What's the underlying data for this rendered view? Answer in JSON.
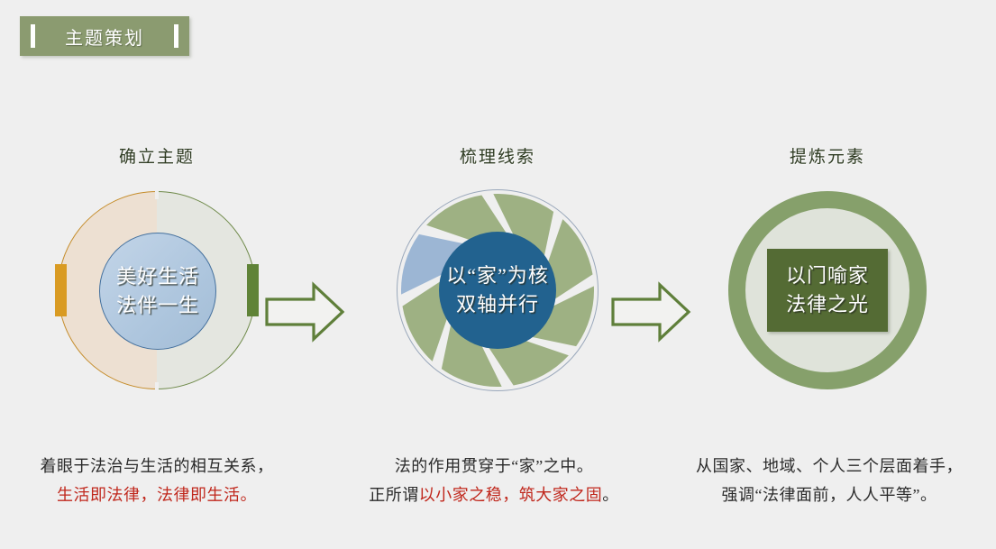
{
  "banner": {
    "text": "主题策划",
    "bg_color": "#8b9b70",
    "text_color": "#ffffff"
  },
  "columns": [
    {
      "header": "确立主题",
      "diagram": {
        "type": "split-ring",
        "inner_lines": [
          "美好生活",
          "法伴一生"
        ],
        "inner_bg": "#aec6de",
        "left_half_fill": "#ede0d2",
        "left_half_stroke": "#c58c2a",
        "right_half_fill": "#e4e6e0",
        "right_half_stroke": "#6f8a4a",
        "left_tab_color": "#d99b23",
        "right_tab_color": "#5f8337"
      },
      "caption": [
        [
          {
            "t": "着眼于法治与生活的相互关系，",
            "c": "black"
          }
        ],
        [
          {
            "t": "生活即法律，法律即生活。",
            "c": "red"
          }
        ]
      ]
    },
    {
      "header": "梳理线索",
      "diagram": {
        "type": "pinwheel",
        "inner_lines": [
          "以“家”为核",
          "双轴并行"
        ],
        "inner_bg": "#22628f",
        "segment_color": "#9eb183",
        "accent_segment_color": "#9cb6d4",
        "segment_count": 8,
        "accent_segment_index": 6,
        "outline_color": "#9aa8bb"
      },
      "caption": [
        [
          {
            "t": "法的作用贯穿于“家”之中。",
            "c": "black"
          }
        ],
        [
          {
            "t": "正所谓",
            "c": "black"
          },
          {
            "t": "以小家之稳，筑大家之固",
            "c": "red"
          },
          {
            "t": "。",
            "c": "black"
          }
        ]
      ]
    },
    {
      "header": "提炼元素",
      "diagram": {
        "type": "green-ring",
        "inner_lines": [
          "以门喻家",
          "法律之光"
        ],
        "ring_color": "#86a06b",
        "ring_fill": "#dfe3da",
        "box_color": "#546b34"
      },
      "caption": [
        [
          {
            "t": "从国家、地域、个人三个层面着手，",
            "c": "black"
          }
        ],
        [
          {
            "t": "强调“法律面前，人人平等”。",
            "c": "black"
          }
        ]
      ]
    }
  ],
  "arrows": [
    {
      "direction": "right",
      "color": "#5f7f3a",
      "fill": "#f2f2f0"
    },
    {
      "direction": "right",
      "color": "#5f7f3a",
      "fill": "#f2f2f0"
    }
  ],
  "colors": {
    "background": "#efefef",
    "header_text": "#2e3b22",
    "caption_black": "#2b2b2b",
    "caption_red": "#c0271c"
  }
}
